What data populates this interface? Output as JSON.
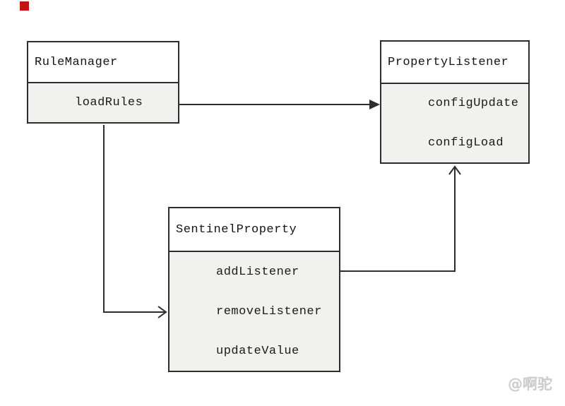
{
  "diagram": {
    "classes": [
      {
        "name": "RuleManager",
        "methods": [
          "loadRules"
        ]
      },
      {
        "name": "PropertyListener",
        "methods": [
          "configUpdate",
          "configLoad"
        ]
      },
      {
        "name": "SentinelProperty",
        "methods": [
          "addListener",
          "removeListener",
          "updateValue"
        ]
      }
    ],
    "edges": [
      {
        "from": "RuleManager.loadRules",
        "to": "PropertyListener",
        "arrowhead": "filled-triangle",
        "route": "straight-right"
      },
      {
        "from": "RuleManager",
        "to": "SentinelProperty",
        "arrowhead": "open-chevron",
        "route": "down-then-right"
      },
      {
        "from": "SentinelProperty",
        "to": "PropertyListener",
        "arrowhead": "open-chevron",
        "route": "right-then-up"
      }
    ]
  },
  "marker": {
    "color": "#c31414"
  },
  "watermark": {
    "text": "@啊驼"
  },
  "colors": {
    "background": "#ffffff",
    "box_border": "#2d2d2d",
    "header_bg": "#ffffff",
    "body_bg": "#f1f1f0",
    "line": "#2d2d2d",
    "text": "#1a1a1a",
    "watermark": "#cbcbcb"
  }
}
